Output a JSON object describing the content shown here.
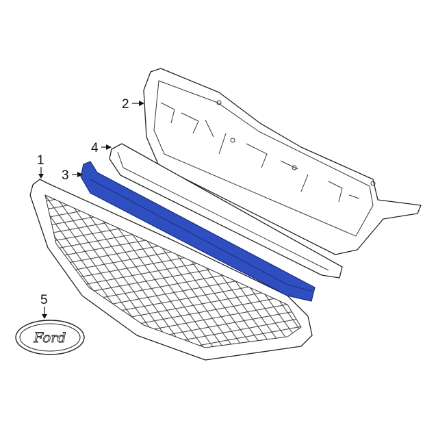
{
  "diagram": {
    "highlight_color": "#2f4fc0",
    "parts": [
      {
        "number": "1",
        "name": "grille"
      },
      {
        "number": "2",
        "name": "grille-retainer"
      },
      {
        "number": "3",
        "name": "molding"
      },
      {
        "number": "4",
        "name": "seal-strip"
      },
      {
        "number": "5",
        "name": "emblem"
      }
    ],
    "emblem_text": "Ford"
  }
}
